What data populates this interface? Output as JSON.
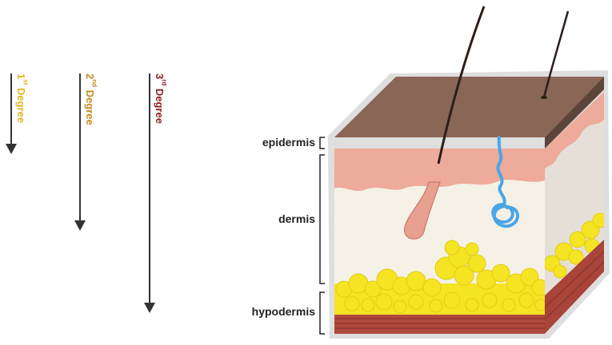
{
  "degrees": [
    {
      "num": "1",
      "suffix": "st",
      "word": "Degree",
      "color": "#e3b61d"
    },
    {
      "num": "2",
      "suffix": "nd",
      "word": "Degree",
      "color": "#c88a1c"
    },
    {
      "num": "3",
      "suffix": "rd",
      "word": "Degree",
      "color": "#8e1c1c"
    }
  ],
  "layers": {
    "epidermis": "epidermis",
    "dermis": "dermis",
    "hypodermis": "hypodermis"
  },
  "colors": {
    "epidermis": "#8a6656",
    "dermis_top": "#eeaa9a",
    "dermis_body": "#f6f1e6",
    "fat": "#f5e423",
    "hypodermis_muscle": "#b04a3c",
    "sweat_gland": "#4aa6e6",
    "follicle": "#e8a090",
    "arrow": "#333333"
  }
}
